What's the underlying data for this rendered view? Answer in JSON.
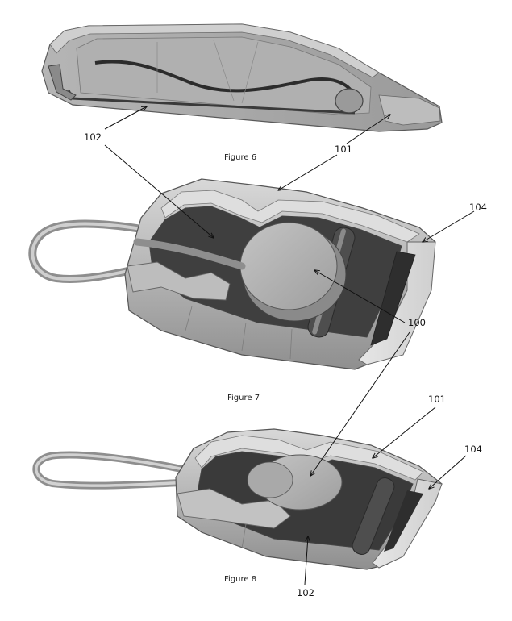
{
  "figures": {
    "fig6": {
      "caption": "Figure 6"
    },
    "fig7": {
      "caption": "Figure 7"
    },
    "fig8": {
      "caption": "Figure 8"
    }
  },
  "labels": {
    "fig6_102": "102",
    "fig6_101": "101",
    "fig7_104": "104",
    "fig7_100": "100",
    "fig8_101": "101",
    "fig8_104": "104",
    "fig8_102": "102"
  },
  "colors": {
    "body_light": "#c9c9c9",
    "body_mid": "#a8a8a8",
    "body_dark": "#7e7e7e",
    "shadow": "#3d3d3d",
    "cord": "#9c9c9c",
    "outline": "#5a5a5a"
  }
}
